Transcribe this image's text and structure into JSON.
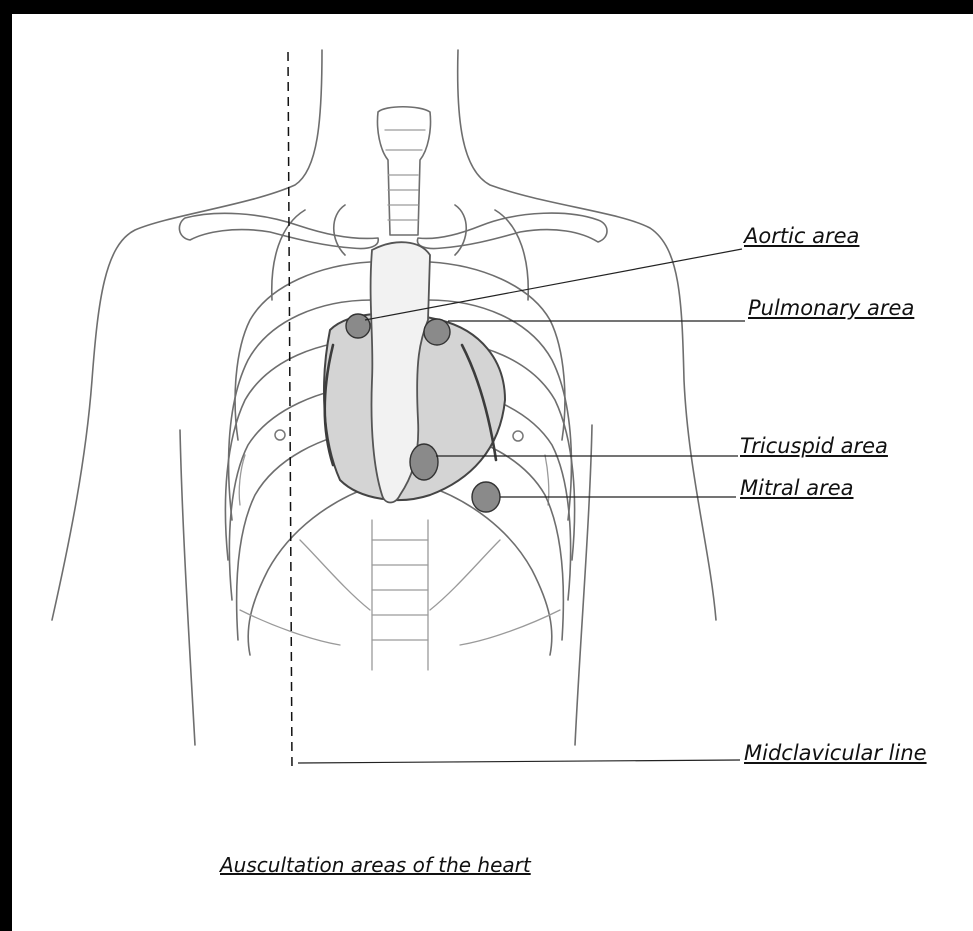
{
  "labels": {
    "aortic": "Aortic area",
    "pulmonary": "Pulmonary area",
    "tricuspid": "Tricuspid area",
    "mitral": "Mitral area",
    "midclavicular": "Midclavicular line"
  },
  "caption": "Auscultation areas of the heart"
}
